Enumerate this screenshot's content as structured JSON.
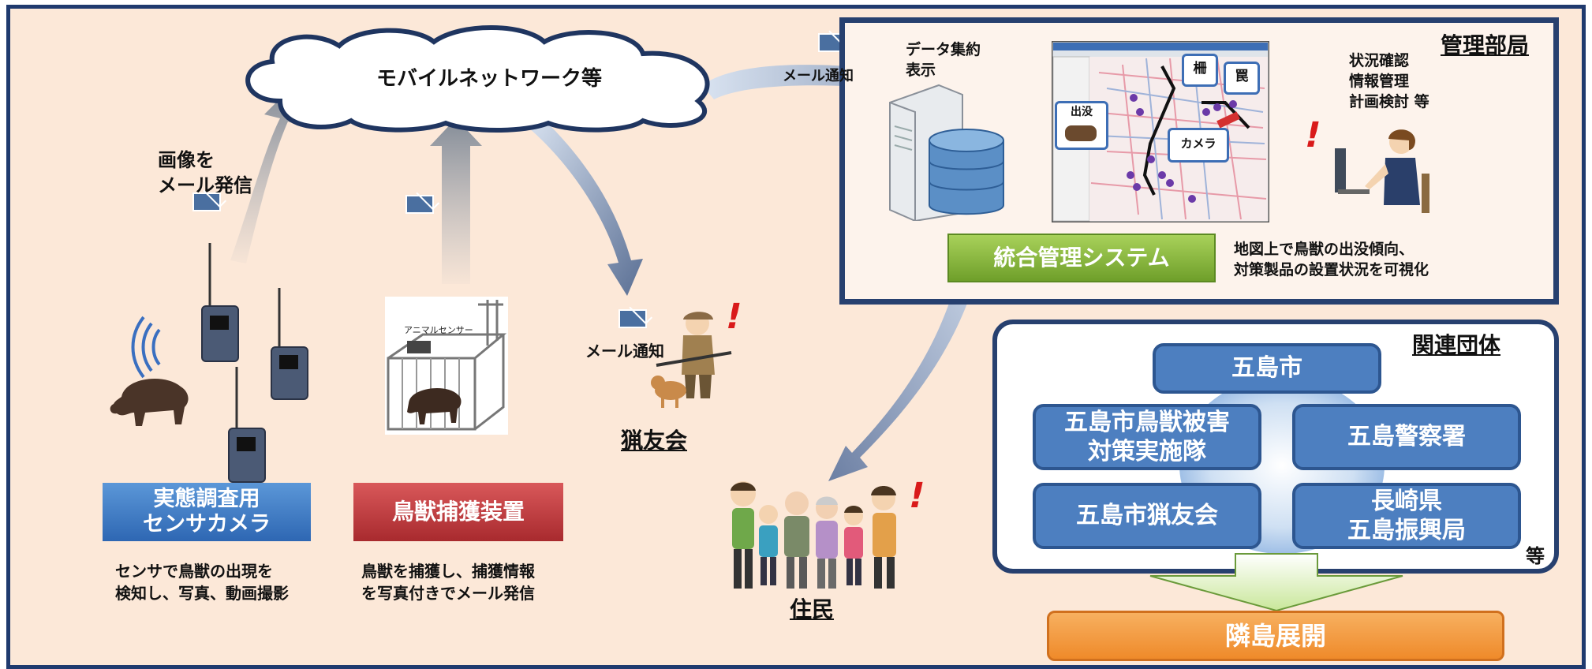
{
  "cloud": {
    "label": "モバイルネットワーク等"
  },
  "camera_mail": {
    "line1": "画像を",
    "line2": "メール発信"
  },
  "management": {
    "title": "管理部局",
    "data_line1": "データ集約",
    "data_line2": "表示",
    "mail_notice": "メール通知",
    "tasks": [
      "状況確認",
      "情報管理",
      "計画検討 等"
    ],
    "system_label": "統合管理システム",
    "desc_line1": "地図上で鳥獣の出没傾向、",
    "desc_line2": "対策製品の設置状況を可視化",
    "map_callouts": {
      "appear": "出没",
      "fence": "柵",
      "trap": "罠",
      "camera": "カメラ"
    }
  },
  "hunter": {
    "mail_notice": "メール通知",
    "label": "猟友会"
  },
  "residents": {
    "label": "住民"
  },
  "cage": {
    "sign": "アニマルセンサー"
  },
  "devices": {
    "camera_label_line1": "実態調査用",
    "camera_label_line2": "センサカメラ",
    "camera_desc_line1": "センサで鳥獣の出現を",
    "camera_desc_line2": "検知し、写真、動画撮影",
    "capture_label": "鳥獣捕獲装置",
    "capture_desc_line1": "鳥獣を捕獲し、捕獲情報",
    "capture_desc_line2": "を写真付きでメール発信"
  },
  "related": {
    "title": "関連団体",
    "top": "五島市",
    "left1_line1": "五島市鳥獣被害",
    "left1_line2": "対策実施隊",
    "right1": "五島警察署",
    "left2": "五島市猟友会",
    "right2_line1": "長崎県",
    "right2_line2": "五島振興局",
    "etc": "等"
  },
  "expansion": {
    "label": "隣島展開"
  },
  "colors": {
    "navy": "#27406f",
    "blue_box": "#4d7fc0",
    "green_btn": "#8fbf3a",
    "red_btn": "#c0363a",
    "orange_btn": "#f29a3a",
    "background": "#fce8d8"
  }
}
